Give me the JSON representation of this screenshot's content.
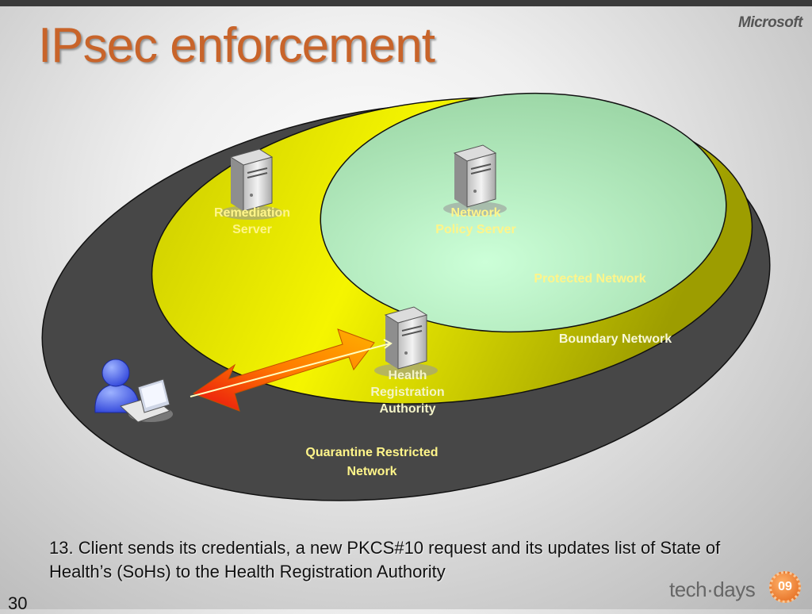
{
  "header": {
    "brand": "Microsoft"
  },
  "slide": {
    "title": "IPsec enforcement",
    "page_number": "30"
  },
  "labels": {
    "remediation": "Remediation\nServer",
    "nps": "Network\nPolicy Server",
    "hra": "Health\nRegistration\nAuthority",
    "protected": "Protected Network",
    "boundary": "Boundary Network",
    "quarantine": "Quarantine Restricted\nNetwork"
  },
  "caption": "13. Client sends its credentials, a new PKCS#10 request and its updates list of State of Health’s (SoHs) to the Health Registration Authority",
  "footer": {
    "logo_text": "tech·days",
    "badge": "09"
  },
  "icons": [
    "server-icon",
    "user-laptop-icon",
    "double-arrow-icon"
  ],
  "colors": {
    "title": "#c8642a",
    "quarantine": "#474747",
    "boundary": "#e8e800",
    "protected": "#b8eec8",
    "label": "#fff58a"
  }
}
